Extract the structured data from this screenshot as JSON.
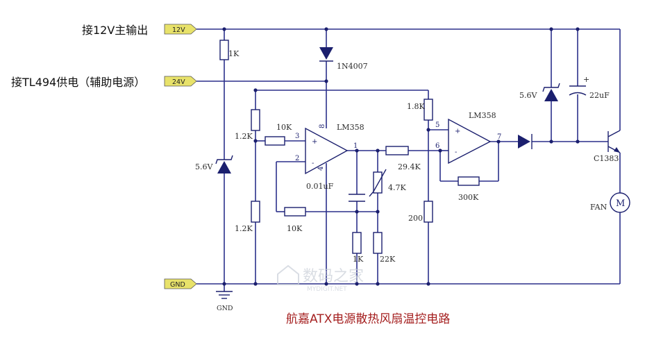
{
  "labels": {
    "input_12v": "接12V主输出",
    "input_tl494": "接TL494供电（辅助电源）",
    "port_12v": "12V",
    "port_24v": "24V",
    "port_gnd": "GND",
    "gnd_symbol": "GND",
    "title": "航嘉ATX电源散热风扇温控电路"
  },
  "components": {
    "r1k_top": "1K",
    "d1n4007": "1N4007",
    "zener_left": "5.6V",
    "r12k_upper": "1.2K",
    "r12k_lower": "1.2K",
    "r10k_in": "10K",
    "r10k_fb": "10K",
    "opamp1": "LM358",
    "cap_001": "0.01uF",
    "ntc": "4.7K",
    "r1k_bottom": "1K",
    "r22k": "22K",
    "r294k": "29.4K",
    "r18k": "1.8K",
    "r200": "200",
    "opamp2": "LM358",
    "r300k": "300K",
    "zener_right": "5.6V",
    "cap_22uf": "22uF",
    "transistor": "C1383",
    "fan": "FAN",
    "motor_symbol": "M"
  },
  "pins": {
    "op1_pin3": "3",
    "op1_pin2": "2",
    "op1_pin1": "1",
    "op1_pin8": "8",
    "op1_pin4": "4",
    "op2_pin5": "5",
    "op2_pin6": "6",
    "op2_pin7": "7"
  },
  "watermark": {
    "main": "数码之家",
    "sub": "MYDIGIT.NET"
  },
  "colors": {
    "wire": "#2a2f8a",
    "port_fill": "#e8e26a",
    "title": "#a52020"
  }
}
